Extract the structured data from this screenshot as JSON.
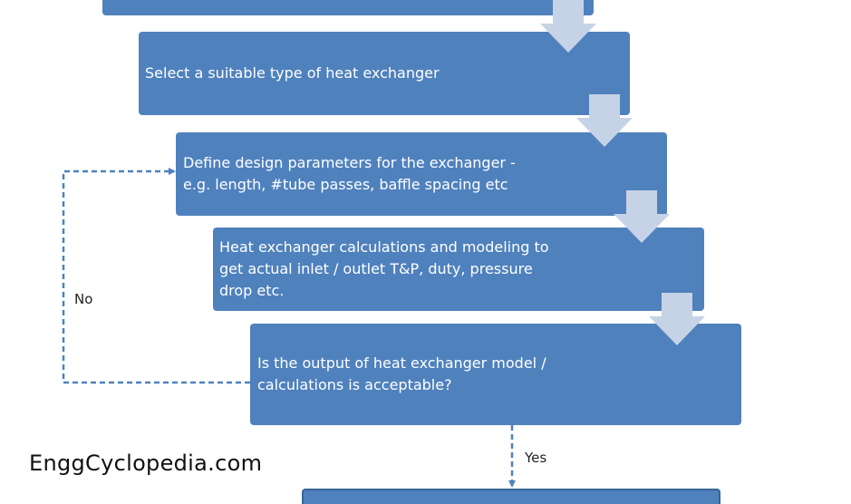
{
  "diagram": {
    "steps": [
      {
        "id": "top",
        "text": ""
      },
      {
        "id": "select-type",
        "text": "Select a suitable type of heat exchanger"
      },
      {
        "id": "define-params",
        "text": "Define design parameters for the exchanger -\ne.g. length, #tube passes, baffle spacing etc"
      },
      {
        "id": "calculations",
        "text": "Heat exchanger calculations and modeling to\nget actual inlet / outlet T&P, duty, pressure\ndrop etc."
      },
      {
        "id": "check-output",
        "text": "Is the output of heat exchanger model /\ncalculations is acceptable?"
      },
      {
        "id": "bottom",
        "text": ""
      }
    ],
    "edges": {
      "no_label": "No",
      "yes_label": "Yes"
    }
  },
  "watermark": "EnggCyclopedia.com",
  "colors": {
    "box_fill": "#4f81bd",
    "arrow_fill": "#c6d3e6",
    "connector": "#4f81bd",
    "text_on_box": "#ffffff"
  }
}
